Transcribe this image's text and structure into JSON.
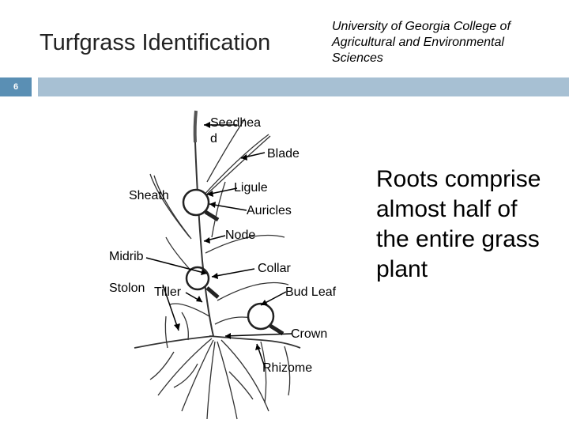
{
  "header": {
    "title": "Turfgrass Identification",
    "institution": "University of Georgia College of Agricultural and Environmental Sciences",
    "slide_number": "6"
  },
  "caption": "Roots comprise almost half of the entire grass plant",
  "labels": {
    "seedhead": "Seedhea d",
    "blade": "Blade",
    "sheath": "Sheath",
    "ligule": "Ligule",
    "auricles": "Auricles",
    "node": "Node",
    "midrib": "Midrib",
    "collar": "Collar",
    "stolon": "Stolon",
    "tiller": "Tiller",
    "bud_leaf": "Bud Leaf",
    "crown": "Crown",
    "rhizome": "Rhizome"
  }
}
